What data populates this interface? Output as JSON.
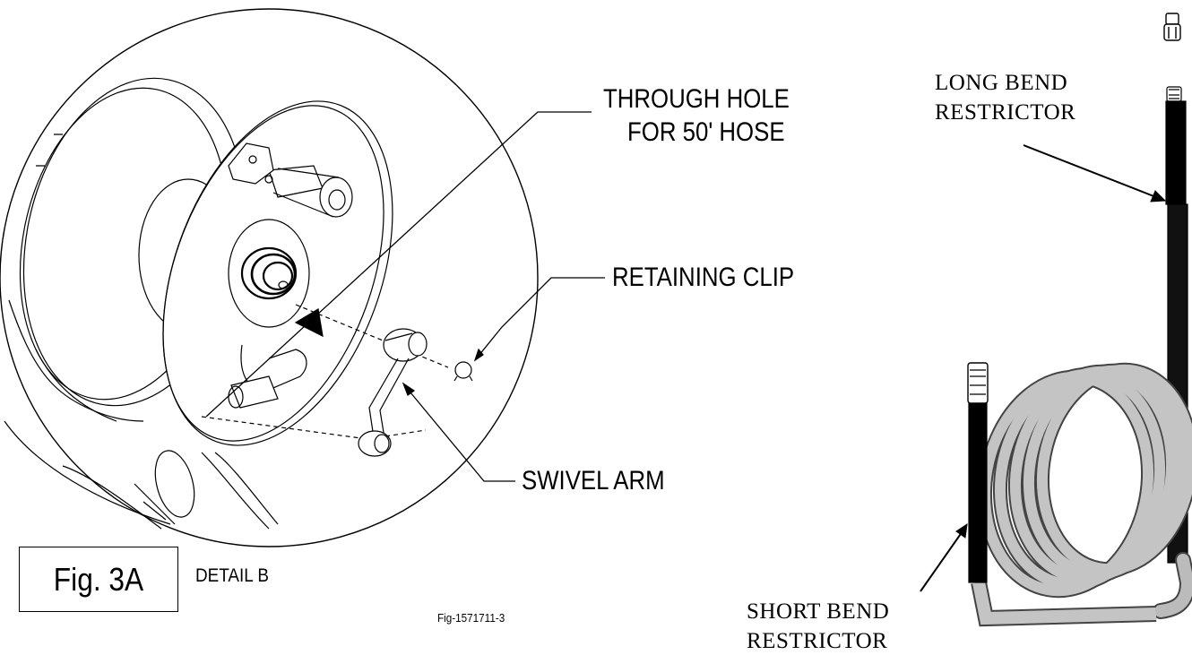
{
  "detail_view": {
    "callouts": {
      "through_hole": [
        "THROUGH HOLE",
        "FOR 50' HOSE"
      ],
      "retaining_clip": "RETAINING CLIP",
      "swivel_arm": "SWIVEL ARM"
    },
    "figure_label": "Fig. 3A",
    "detail_label": "DETAIL B",
    "figure_ref": "Fig-1571711-3"
  },
  "hose_view": {
    "long_restrictor": [
      "LONG BEND",
      "RESTRICTOR"
    ],
    "short_restrictor": [
      "SHORT BEND",
      "RESTRICTOR"
    ]
  }
}
